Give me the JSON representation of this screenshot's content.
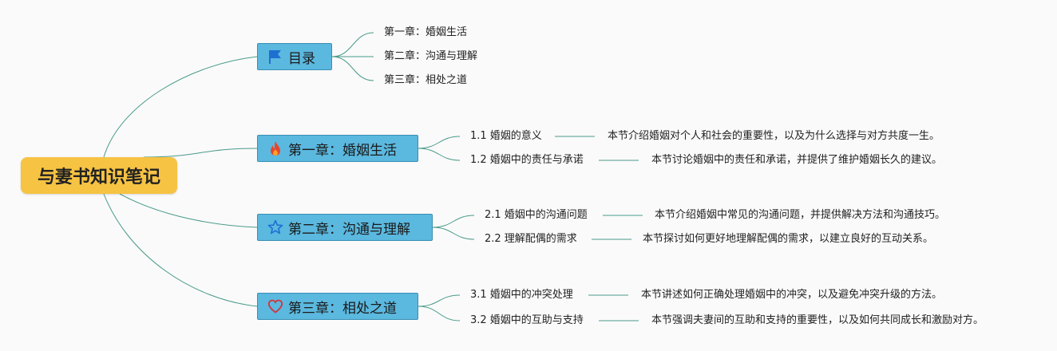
{
  "root": {
    "label": "与妻书知识笔记"
  },
  "branches": [
    {
      "label": "目录",
      "icon": "flag-icon",
      "children": [
        {
          "label": "第一章：婚姻生活"
        },
        {
          "label": "第二章：沟通与理解"
        },
        {
          "label": "第三章：相处之道"
        }
      ]
    },
    {
      "label": "第一章：婚姻生活",
      "icon": "fire-icon",
      "children": [
        {
          "label": "1.1 婚姻的意义",
          "desc": "本节介绍婚姻对个人和社会的重要性，以及为什么选择与对方共度一生。"
        },
        {
          "label": "1.2 婚姻中的责任与承诺",
          "desc": "本节讨论婚姻中的责任和承诺，并提供了维护婚姻长久的建议。"
        }
      ]
    },
    {
      "label": "第二章：沟通与理解",
      "icon": "star-icon",
      "children": [
        {
          "label": "2.1 婚姻中的沟通问题",
          "desc": "本节介绍婚姻中常见的沟通问题，并提供解决方法和沟通技巧。"
        },
        {
          "label": "2.2 理解配偶的需求",
          "desc": "本节探讨如何更好地理解配偶的需求，以建立良好的互动关系。"
        }
      ]
    },
    {
      "label": "第三章：相处之道",
      "icon": "heart-icon",
      "children": [
        {
          "label": "3.1 婚姻中的冲突处理",
          "desc": "本节讲述如何正确处理婚姻中的冲突，以及避免冲突升级的方法。"
        },
        {
          "label": "3.2 婚姻中的互助与支持",
          "desc": "本节强调夫妻间的互助和支持的重要性，以及如何共同成长和激励对方。"
        }
      ]
    }
  ],
  "colors": {
    "root": "#f6c343",
    "branch": "#5bb8df",
    "line": "#4a9a8a"
  }
}
